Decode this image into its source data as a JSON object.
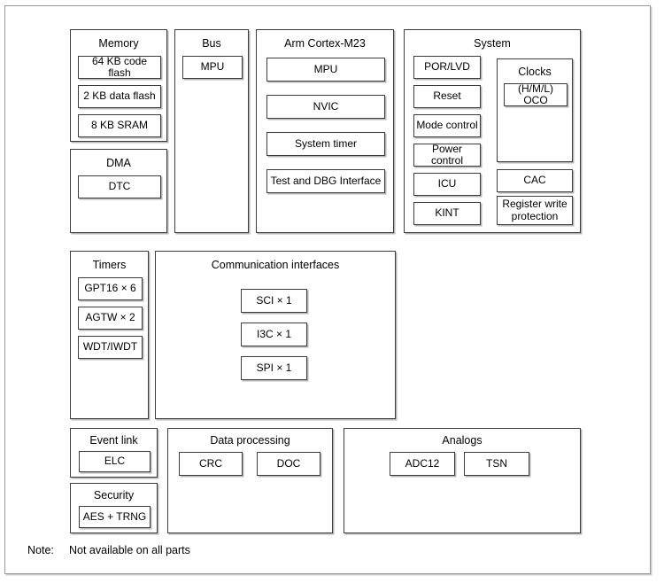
{
  "diagram": {
    "note_label": "Note:",
    "note_text": "Not available on all parts",
    "groups": {
      "memory": {
        "title": "Memory",
        "blocks": [
          "64 KB code flash",
          "2 KB data flash",
          "8 KB SRAM"
        ]
      },
      "dma": {
        "title": "DMA",
        "blocks": [
          "DTC"
        ]
      },
      "bus": {
        "title": "Bus",
        "blocks": [
          "MPU"
        ]
      },
      "cpu": {
        "title": "Arm Cortex-M23",
        "blocks": [
          "MPU",
          "NVIC",
          "System timer",
          "Test and DBG Interface"
        ]
      },
      "system": {
        "title": "System",
        "left_blocks": [
          "POR/LVD",
          "Reset",
          "Mode control",
          "Power control",
          "ICU",
          "KINT"
        ],
        "clocks": {
          "title": "Clocks",
          "blocks": [
            "(H/M/L) OCO"
          ]
        },
        "right_blocks": [
          "CAC",
          "Register write protection"
        ]
      },
      "timers": {
        "title": "Timers",
        "blocks": [
          "GPT16 × 6",
          "AGTW × 2",
          "WDT/IWDT"
        ]
      },
      "communication": {
        "title": "Communication interfaces",
        "blocks": [
          "SCI × 1",
          "I3C × 1",
          "SPI × 1"
        ]
      },
      "event_link": {
        "title": "Event link",
        "blocks": [
          "ELC"
        ]
      },
      "security": {
        "title": "Security",
        "blocks": [
          "AES + TRNG"
        ]
      },
      "data_processing": {
        "title": "Data processing",
        "blocks": [
          "CRC",
          "DOC"
        ]
      },
      "analogs": {
        "title": "Analogs",
        "blocks": [
          "ADC12",
          "TSN"
        ]
      }
    }
  }
}
